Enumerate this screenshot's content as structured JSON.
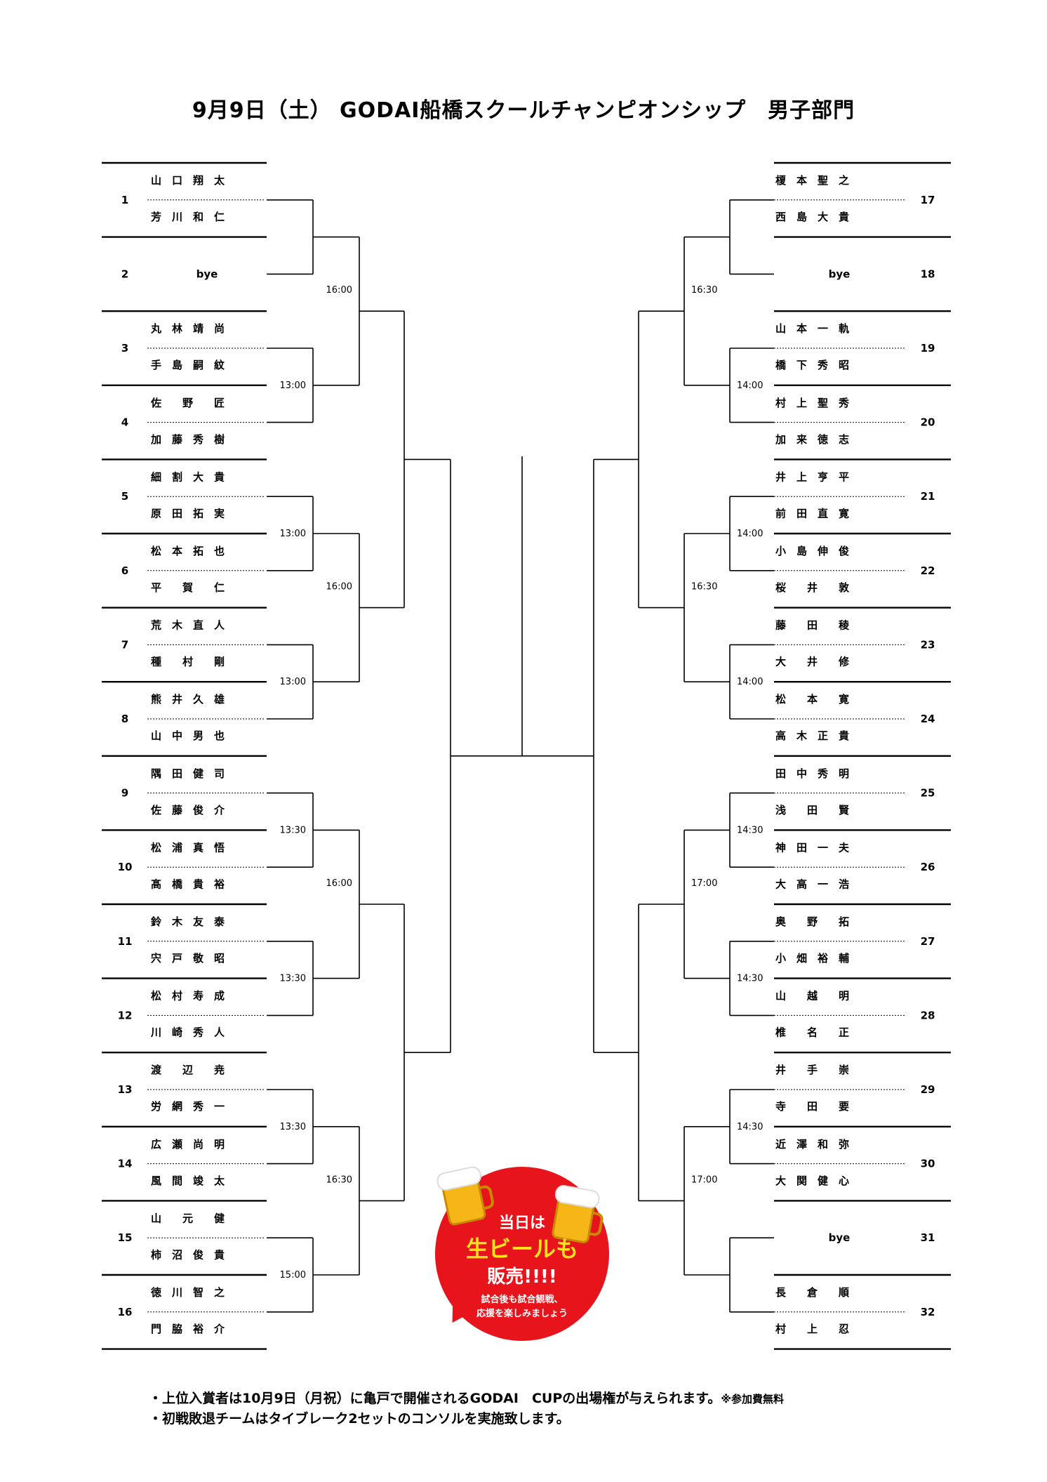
{
  "title": "9月9日（土） GODAI船橋スクールチャンピオンシップ　男子部門",
  "left_slots": [
    {
      "num": "1",
      "p1": "山　口　翔　太",
      "p2": "芳　川　和　仁"
    },
    {
      "num": "2",
      "p1": "",
      "p2": "",
      "bye": "bye"
    },
    {
      "num": "3",
      "p1": "丸　林　靖　尚",
      "p2": "手　島　嗣　紋"
    },
    {
      "num": "4",
      "p1": "佐　　野　　匠",
      "p2": "加　藤　秀　樹"
    },
    {
      "num": "5",
      "p1": "細　割　大　貴",
      "p2": "原　田　拓　実"
    },
    {
      "num": "6",
      "p1": "松　本　拓　也",
      "p2": "平　　賀　　仁"
    },
    {
      "num": "7",
      "p1": "荒　木　直　人",
      "p2": "種　　村　　剛"
    },
    {
      "num": "8",
      "p1": "熊　井　久　雄",
      "p2": "山　中　男　也"
    },
    {
      "num": "9",
      "p1": "隅　田　健　司",
      "p2": "佐　藤　俊　介"
    },
    {
      "num": "10",
      "p1": "松　浦　真　悟",
      "p2": "髙　橋　貴　裕"
    },
    {
      "num": "11",
      "p1": "鈴　木　友　泰",
      "p2": "宍　戸　敬　昭"
    },
    {
      "num": "12",
      "p1": "松　村　寿　成",
      "p2": "川　崎　秀　人"
    },
    {
      "num": "13",
      "p1": "渡　　辺　　尭",
      "p2": "労　網　秀　一"
    },
    {
      "num": "14",
      "p1": "広　瀬　尚　明",
      "p2": "風　間　竣　太"
    },
    {
      "num": "15",
      "p1": "山　　元　　健",
      "p2": "柿　沼　俊　貴"
    },
    {
      "num": "16",
      "p1": "徳　川　智　之",
      "p2": "門　脇　裕　介"
    }
  ],
  "right_slots": [
    {
      "num": "17",
      "p1": "榎　本　聖　之",
      "p2": "西　島　大　貴"
    },
    {
      "num": "18",
      "p1": "",
      "p2": "",
      "bye": "bye"
    },
    {
      "num": "19",
      "p1": "山　本　一　軌",
      "p2": "橋　下　秀　昭"
    },
    {
      "num": "20",
      "p1": "村　上　聖　秀",
      "p2": "加　来　徳　志"
    },
    {
      "num": "21",
      "p1": "井　上　亨　平",
      "p2": "前　田　直　寛"
    },
    {
      "num": "22",
      "p1": "小　島　伸　俊",
      "p2": "桜　　井　　敦"
    },
    {
      "num": "23",
      "p1": "藤　　田　　稜",
      "p2": "大　　井　　修"
    },
    {
      "num": "24",
      "p1": "松　　本　　寛",
      "p2": "高　木　正　貴"
    },
    {
      "num": "25",
      "p1": "田　中　秀　明",
      "p2": "浅　　田　　賢"
    },
    {
      "num": "26",
      "p1": "神　田　一　夫",
      "p2": "大　高　一　浩"
    },
    {
      "num": "27",
      "p1": "奥　　野　　拓",
      "p2": "小　畑　裕　輔"
    },
    {
      "num": "28",
      "p1": "山　　越　　明",
      "p2": "椎　　名　　正"
    },
    {
      "num": "29",
      "p1": "井　　手　　崇",
      "p2": "寺　　田　　要"
    },
    {
      "num": "30",
      "p1": "近　澤　和　弥",
      "p2": "大　関　健　心"
    },
    {
      "num": "31",
      "p1": "",
      "p2": "",
      "bye": "bye"
    },
    {
      "num": "32",
      "p1": "長　　倉　　順",
      "p2": "村　　上　　忍"
    }
  ],
  "left_times": {
    "r1": [
      "",
      "13:00",
      "13:00",
      "13:00",
      "13:30",
      "13:30",
      "13:30",
      "15:00"
    ],
    "r2": [
      "16:00",
      "16:00",
      "16:00",
      "16:30"
    ]
  },
  "right_times": {
    "r1": [
      "",
      "14:00",
      "14:00",
      "14:00",
      "14:30",
      "14:30",
      "14:30",
      ""
    ],
    "r2": [
      "16:30",
      "16:30",
      "17:00",
      "17:00"
    ]
  },
  "promo": {
    "line1": "当日は",
    "line2": "生ビールも",
    "line3": "販売!!!!",
    "line4": "試合後も試合観戦、",
    "line5": "応援を楽しみましょう"
  },
  "notes": {
    "line1": "・上位入賞者は10月9日（月祝）に亀戸で開催されるGODAI　CUPの出場権が与えられます。",
    "line1_small": "※参加費無料",
    "line2": "・初戦敗退チームはタイブレーク2セットのコンソルを実施致します。"
  }
}
